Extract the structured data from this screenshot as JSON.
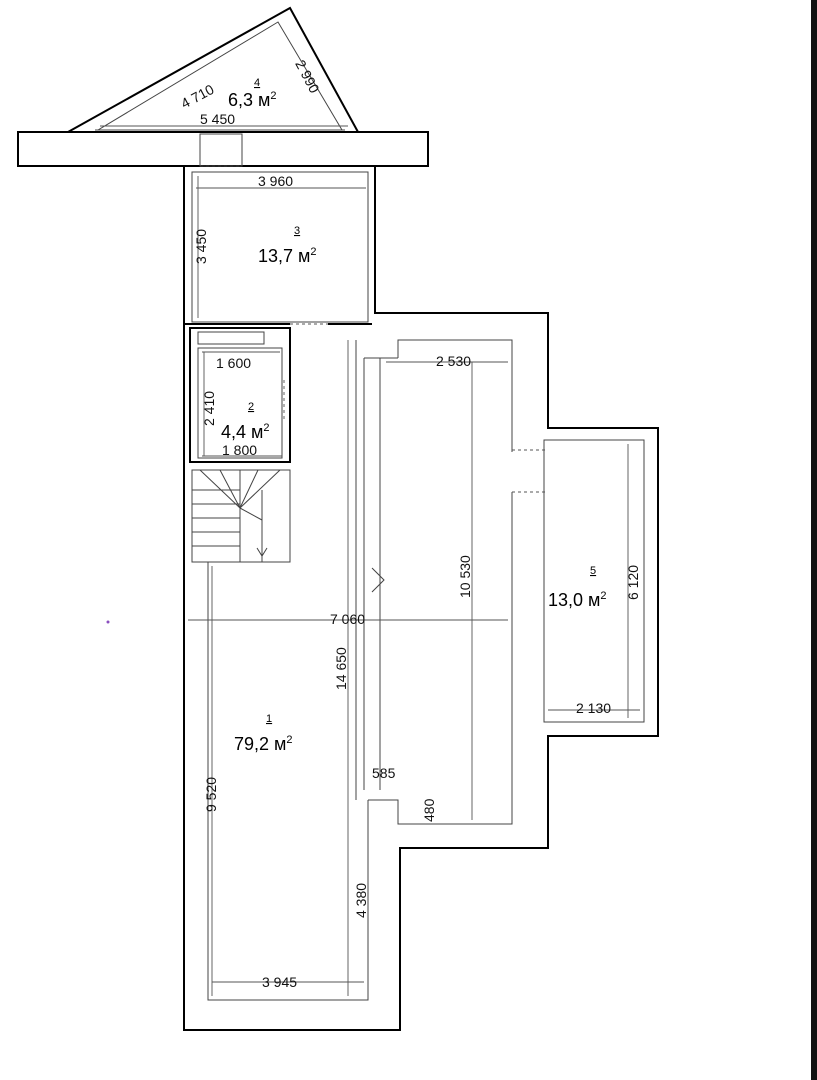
{
  "rooms": [
    {
      "id": "4",
      "area": "6,3 м",
      "sup": "2"
    },
    {
      "id": "3",
      "area": "13,7 м",
      "sup": "2"
    },
    {
      "id": "2",
      "area": "4,4 м",
      "sup": "2"
    },
    {
      "id": "1",
      "area": "79,2 м",
      "sup": "2"
    },
    {
      "id": "5",
      "area": "13,0 м",
      "sup": "2"
    }
  ],
  "dimensions": {
    "d4710": "4 710",
    "d2990": "2 990",
    "d5450": "5 450",
    "d3960": "3 960",
    "d3450": "3 450",
    "d1600": "1 600",
    "d2410": "2 410",
    "d1800": "1 800",
    "d2530": "2 530",
    "d10530": "10 530",
    "d7060": "7 060",
    "d14650": "14 650",
    "d6120": "6 120",
    "d2130": "2 130",
    "d585": "585",
    "d480": "480",
    "d9520": "9 520",
    "d4380": "4 380",
    "d3945": "3 945"
  }
}
